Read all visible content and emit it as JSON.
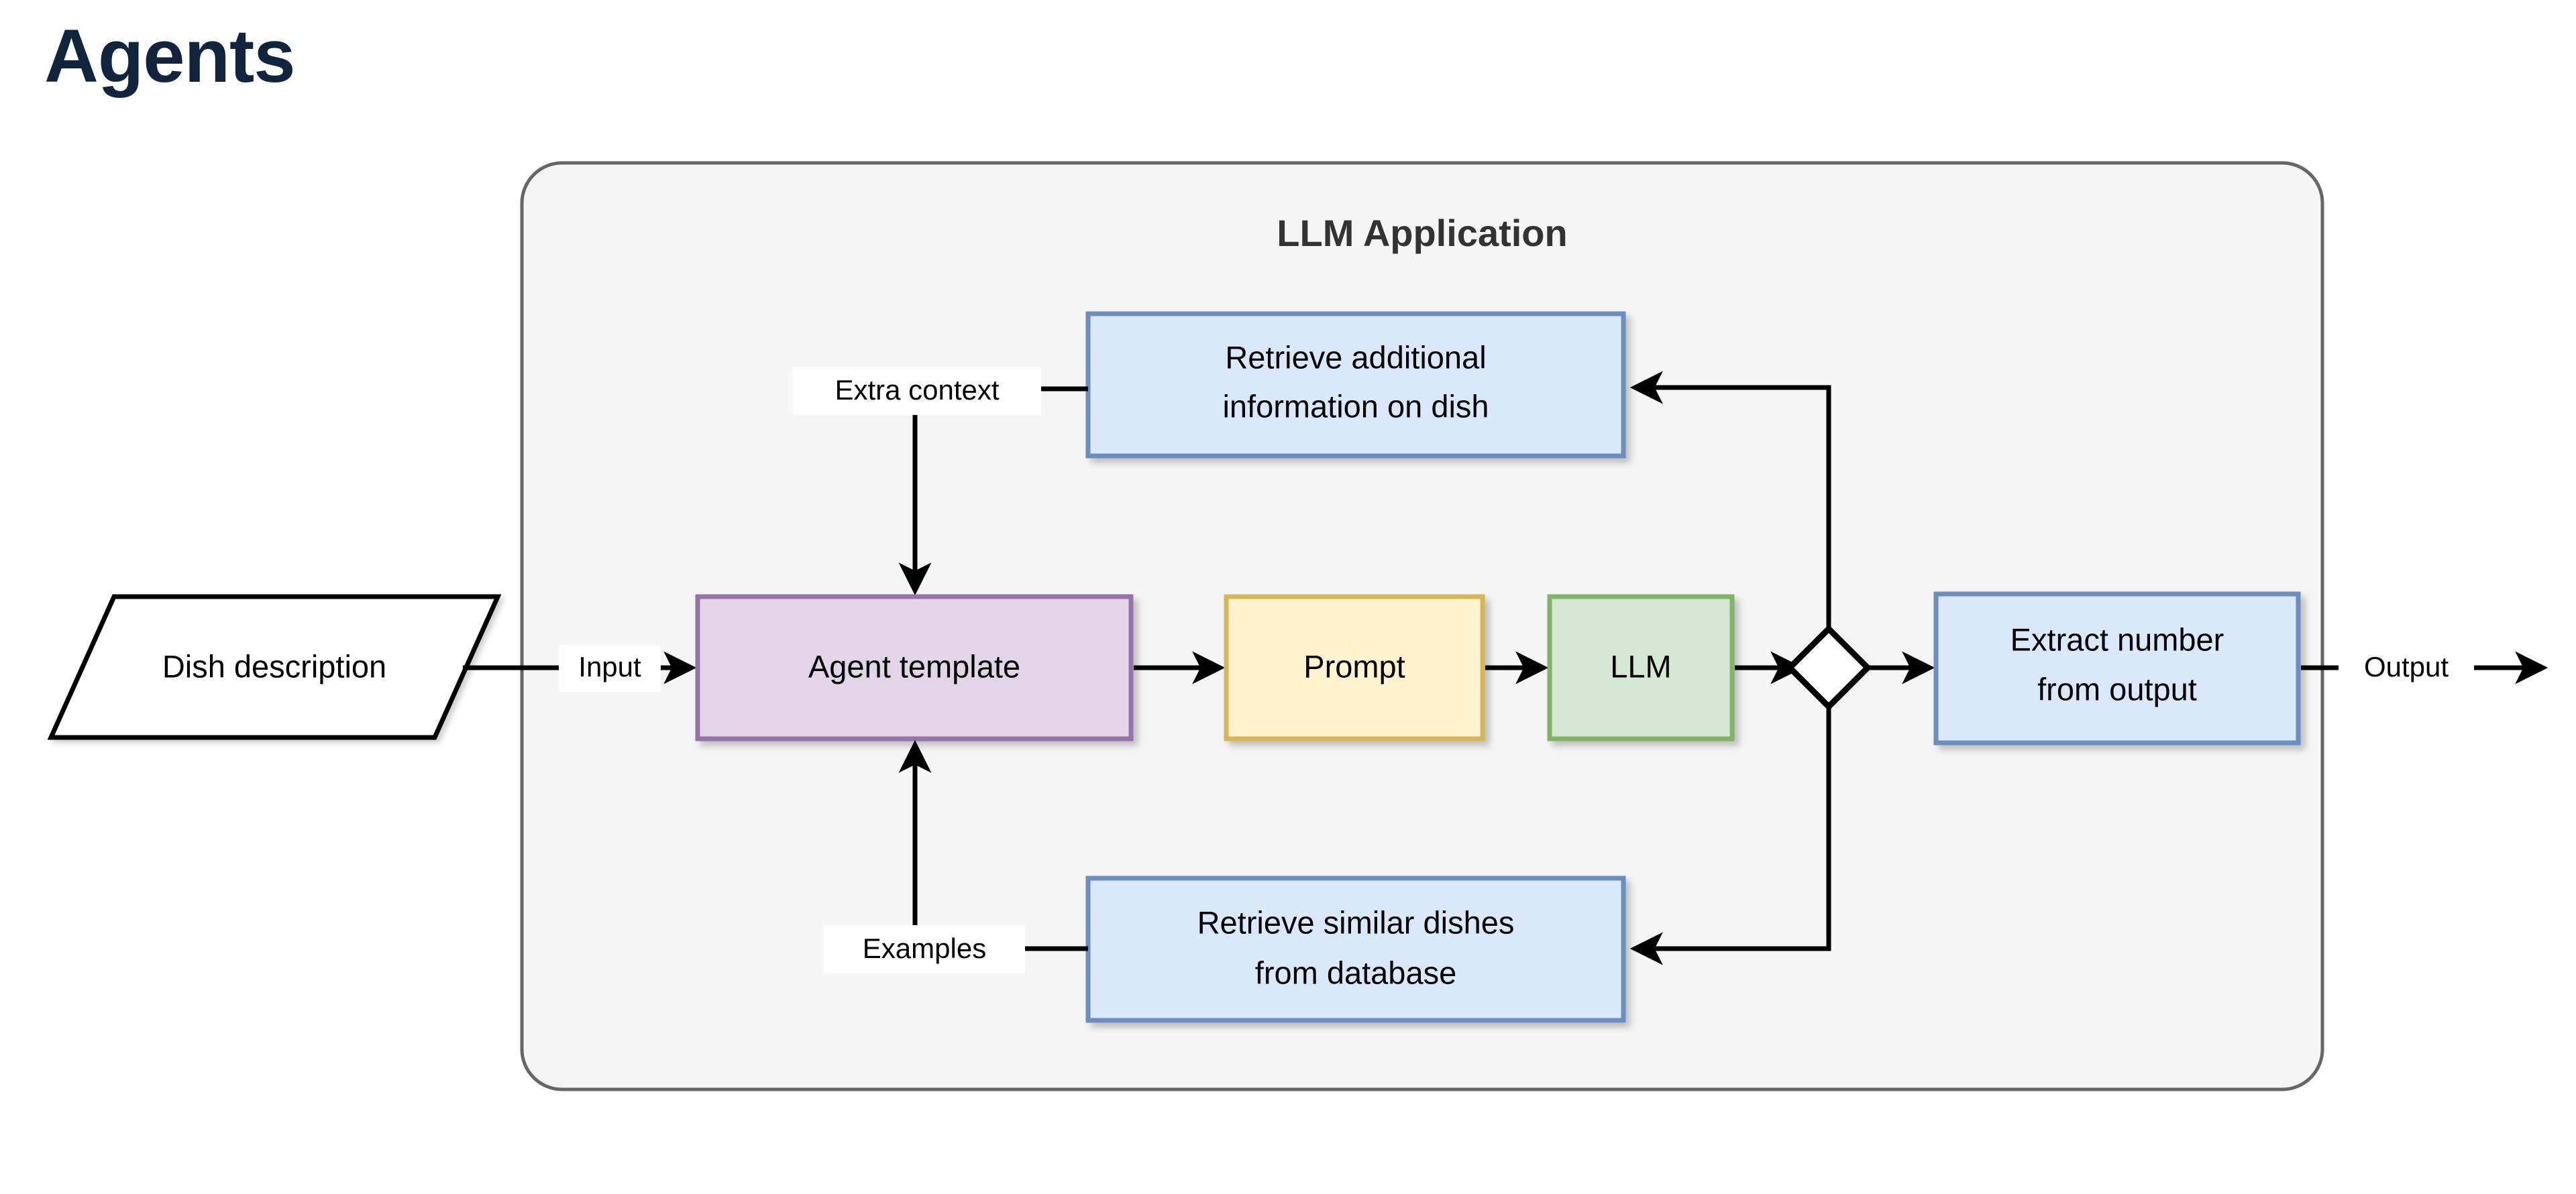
{
  "page": {
    "title": "Agents",
    "title_color": "#10243e",
    "background": "#ffffff"
  },
  "diagram": {
    "type": "flowchart",
    "container": {
      "label": "LLM Application",
      "fill": "#f5f5f5",
      "stroke": "#666666"
    },
    "nodes": [
      {
        "id": "dish-description",
        "label": "Dish description",
        "shape": "parallelogram",
        "fill": "#ffffff",
        "stroke": "#000000"
      },
      {
        "id": "retrieve-additional-information",
        "label_line1": "Retrieve additional",
        "label_line2": "information on dish",
        "shape": "rectangle",
        "fill": "#dae8fc",
        "stroke": "#6c8ebf"
      },
      {
        "id": "agent-template",
        "label": "Agent template",
        "shape": "rectangle",
        "fill": "#e1d5e7",
        "stroke": "#9673a6"
      },
      {
        "id": "prompt",
        "label": "Prompt",
        "shape": "rectangle",
        "fill": "#fff2cc",
        "stroke": "#d6b656"
      },
      {
        "id": "llm",
        "label": "LLM",
        "shape": "rectangle",
        "fill": "#d5e8d4",
        "stroke": "#82b366"
      },
      {
        "id": "decision",
        "label": "",
        "shape": "diamond",
        "fill": "#ffffff",
        "stroke": "#000000"
      },
      {
        "id": "extract-number",
        "label_line1": "Extract number",
        "label_line2": "from output",
        "shape": "rectangle",
        "fill": "#dae8fc",
        "stroke": "#6c8ebf"
      },
      {
        "id": "retrieve-similar-dishes",
        "label_line1": "Retrieve similar dishes",
        "label_line2": "from database",
        "shape": "rectangle",
        "fill": "#dae8fc",
        "stroke": "#6c8ebf"
      }
    ],
    "edge_labels": [
      {
        "id": "input",
        "text": "Input"
      },
      {
        "id": "extra-context",
        "text": "Extra context"
      },
      {
        "id": "examples",
        "text": "Examples"
      },
      {
        "id": "output",
        "text": "Output"
      }
    ],
    "edges": [
      {
        "from": "dish-description",
        "to": "agent-template",
        "label": "Input"
      },
      {
        "from": "retrieve-additional-information",
        "to": "agent-template",
        "label": "Extra context"
      },
      {
        "from": "retrieve-similar-dishes",
        "to": "agent-template",
        "label": "Examples"
      },
      {
        "from": "agent-template",
        "to": "prompt",
        "label": ""
      },
      {
        "from": "prompt",
        "to": "llm",
        "label": ""
      },
      {
        "from": "llm",
        "to": "decision",
        "label": ""
      },
      {
        "from": "decision",
        "to": "extract-number",
        "label": ""
      },
      {
        "from": "decision",
        "to": "retrieve-additional-information",
        "label": ""
      },
      {
        "from": "decision",
        "to": "retrieve-similar-dishes",
        "label": ""
      },
      {
        "from": "extract-number",
        "to": "output",
        "label": "Output"
      }
    ]
  }
}
